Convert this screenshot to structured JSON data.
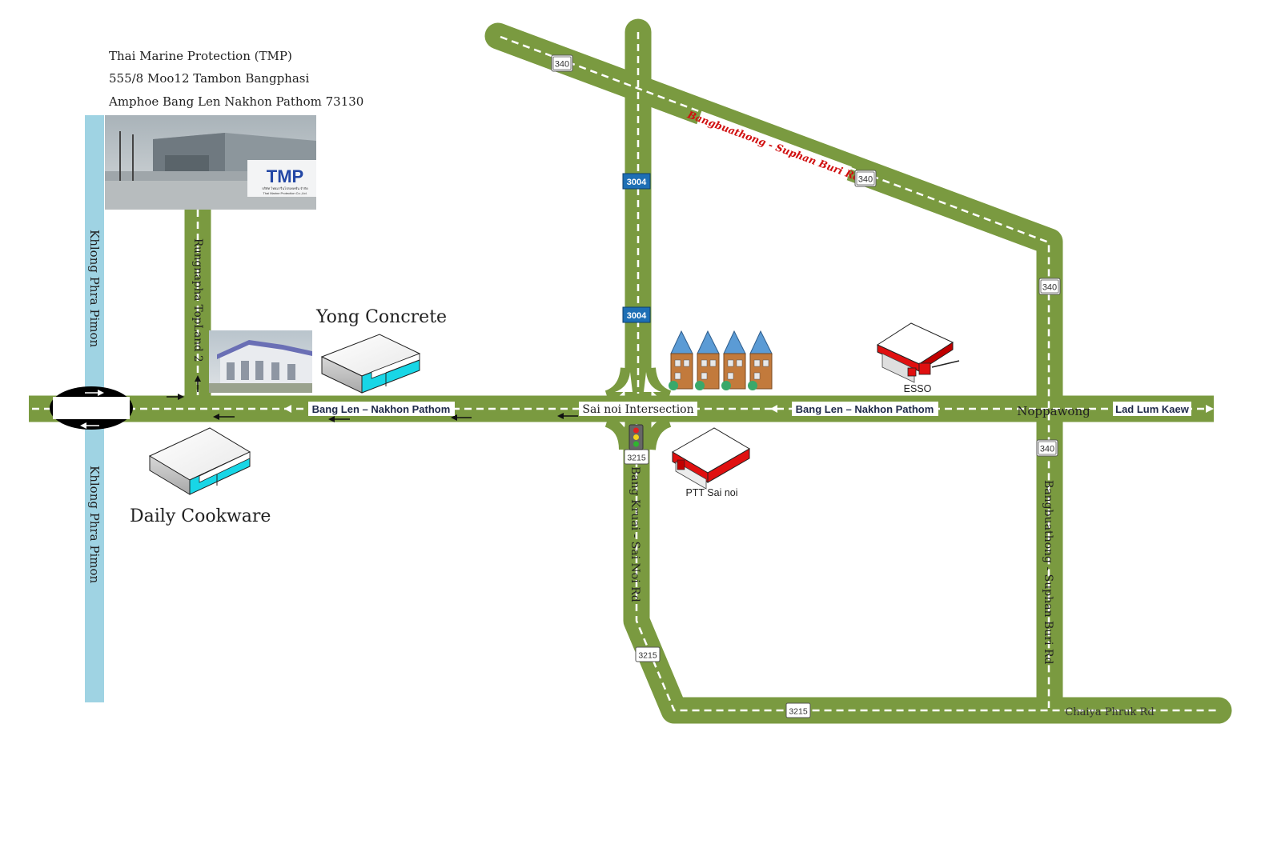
{
  "address": {
    "line1": "Thai Marine Protection (TMP)",
    "line2": "555/8 Moo12 Tambon Bangphasi",
    "line3": "Amphoe Bang Len Nakhon Pathom 73130"
  },
  "photo_tmp": {
    "logo": "TMP",
    "subtitle_th": "บริษัท ไทยมารีนโปรเทคชั่น จำกัด",
    "subtitle_en": "Thai Marine Protection Co.,Ltd."
  },
  "roads": {
    "khlong_top": "Khlong Phra Pimon",
    "khlong_bottom": "Khlong Phra Pimon",
    "rungnapha": "Rungnapha TopLand 2",
    "bang_len_west": "Bang Len – Nakhon Pathom",
    "bang_len_east": "Bang Len – Nakhon Pathom",
    "sai_noi_intersection": "Sai noi Intersection",
    "noppawong": "Noppawong",
    "lad_lum_kaew": "Lad Lum Kaew",
    "bangbuathong_diag": "Bangbuathong - Suphan Buri Rd",
    "bangbuathong_vert": "Bangbuathong - Suphan Buri Rd",
    "bang_kruai": "Bang Kruai - Sai Noi Rd",
    "chaiya_phruk": "Chaiya Phruk Rd"
  },
  "shields": {
    "r340_a": "340",
    "r340_b": "340",
    "r340_c": "340",
    "r340_d": "340",
    "r3004_a": "3004",
    "r3004_b": "3004",
    "r3215_a": "3215",
    "r3215_b": "3215",
    "r3215_c": "3215"
  },
  "places": {
    "yong_concrete": "Yong Concrete",
    "daily_cookware": "Daily Cookware",
    "esso": "ESSO",
    "ptt": "PTT Sai noi"
  },
  "icons": [
    "bridge-icon",
    "building-icon",
    "gas-station-icon",
    "townhouse-icon",
    "traffic-light-icon",
    "arrow-left-icon",
    "arrow-right-icon",
    "arrow-up-icon"
  ],
  "colors": {
    "road": "#7a9a40",
    "canal": "#9fd3e3",
    "shield_blue": "#1e6fb5",
    "roadname_red": "#d01010",
    "label_navy": "#1f2a4a",
    "building_cyan": "#18d6e6",
    "station_red": "#e01010"
  }
}
